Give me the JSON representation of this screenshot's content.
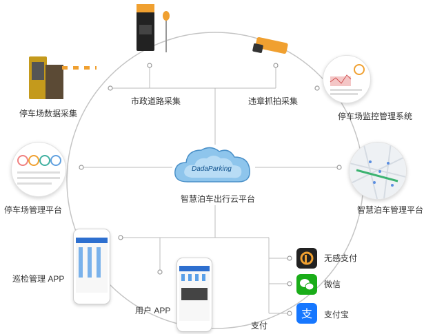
{
  "center": {
    "cloud_text": "DadaParking",
    "title": "智慧泊车出行云平台"
  },
  "nodes": {
    "municipal": "市政道路采集",
    "violation": "违章抓拍采集",
    "lot_data": "停车场数据采集",
    "lot_monitor": "停车场监控管理系统",
    "lot_mgmt": "停车场管理平台",
    "smart_mgmt": "智慧泊车管理平台",
    "patrol_app": "巡检管理 APP",
    "user_app": "用户 APP",
    "payment": "支付"
  },
  "payments": [
    {
      "label": "无感支付",
      "icon": "parking-pay-icon",
      "color": "#222222"
    },
    {
      "label": "微信",
      "icon": "wechat-icon",
      "color": "#1aad19"
    },
    {
      "label": "支付宝",
      "icon": "alipay-icon",
      "color": "#1677ff"
    }
  ],
  "colors": {
    "line": "#bbbbbb",
    "dot": "#999999",
    "cloud": "#6ab0e0"
  }
}
